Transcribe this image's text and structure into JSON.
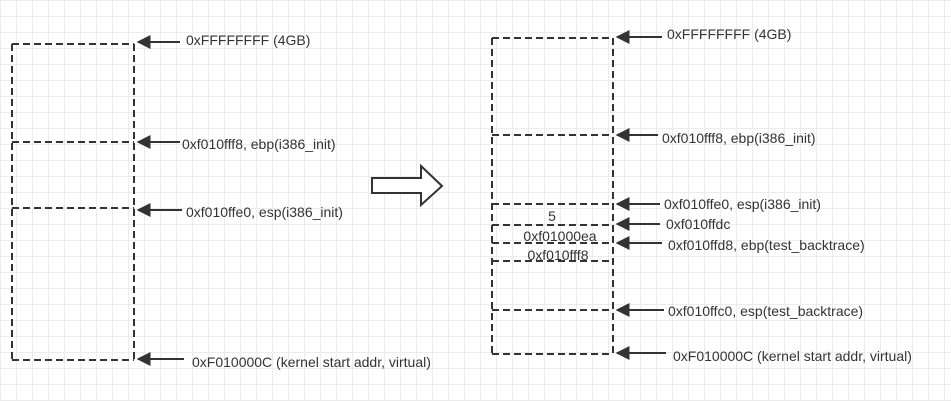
{
  "left_stack": {
    "labels": {
      "top": "0xFFFFFFFF (4GB)",
      "ebp_init": "0xf010fff8, ebp(i386_init)",
      "esp_init": "0xf010ffe0, esp(i386_init)",
      "kernel": "0xF010000C (kernel start addr, virtual)"
    }
  },
  "right_stack": {
    "labels": {
      "top": "0xFFFFFFFF (4GB)",
      "ebp_init": "0xf010fff8, ebp(i386_init)",
      "esp_init": "0xf010ffe0, esp(i386_init)",
      "ffdc": "0xf010ffdc",
      "ebp_test": "0xf010ffd8, ebp(test_backtrace)",
      "esp_test": "0xf010ffc0, esp(test_backtrace)",
      "kernel": "0xF010000C (kernel start addr, virtual)"
    },
    "cells": {
      "arg": "5",
      "ret": "0xf01000ea",
      "saved_ebp": "0xf010fff8"
    }
  },
  "colors": {
    "line": "#333333",
    "grid": "#ececec"
  }
}
